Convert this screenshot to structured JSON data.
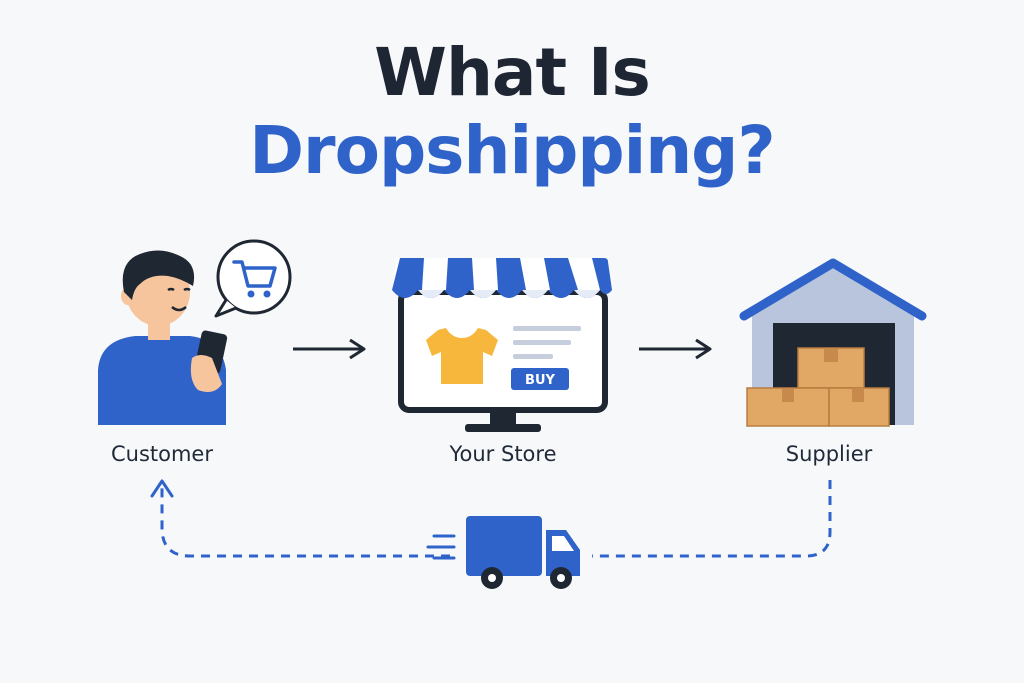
{
  "title": {
    "line1": "What Is",
    "line2": "Dropshipping?"
  },
  "nodes": {
    "customer": {
      "label": "Customer",
      "icon": "person-phone-icon",
      "bubble_icon": "shopping-cart-icon"
    },
    "store": {
      "label": "Your Store",
      "icon": "storefront-monitor-icon",
      "button_label": "BUY",
      "product_icon": "t-shirt-icon"
    },
    "supplier": {
      "label": "Supplier",
      "icon": "warehouse-icon",
      "inventory_icon": "boxes-icon"
    }
  },
  "delivery": {
    "icon": "delivery-truck-icon"
  },
  "colors": {
    "title_dark": "#1e2533",
    "accent_blue": "#2f63c9",
    "dark": "#1f2733",
    "shirt": "#f6b73c",
    "box": "#e0a765",
    "skin": "#f6c59e"
  }
}
